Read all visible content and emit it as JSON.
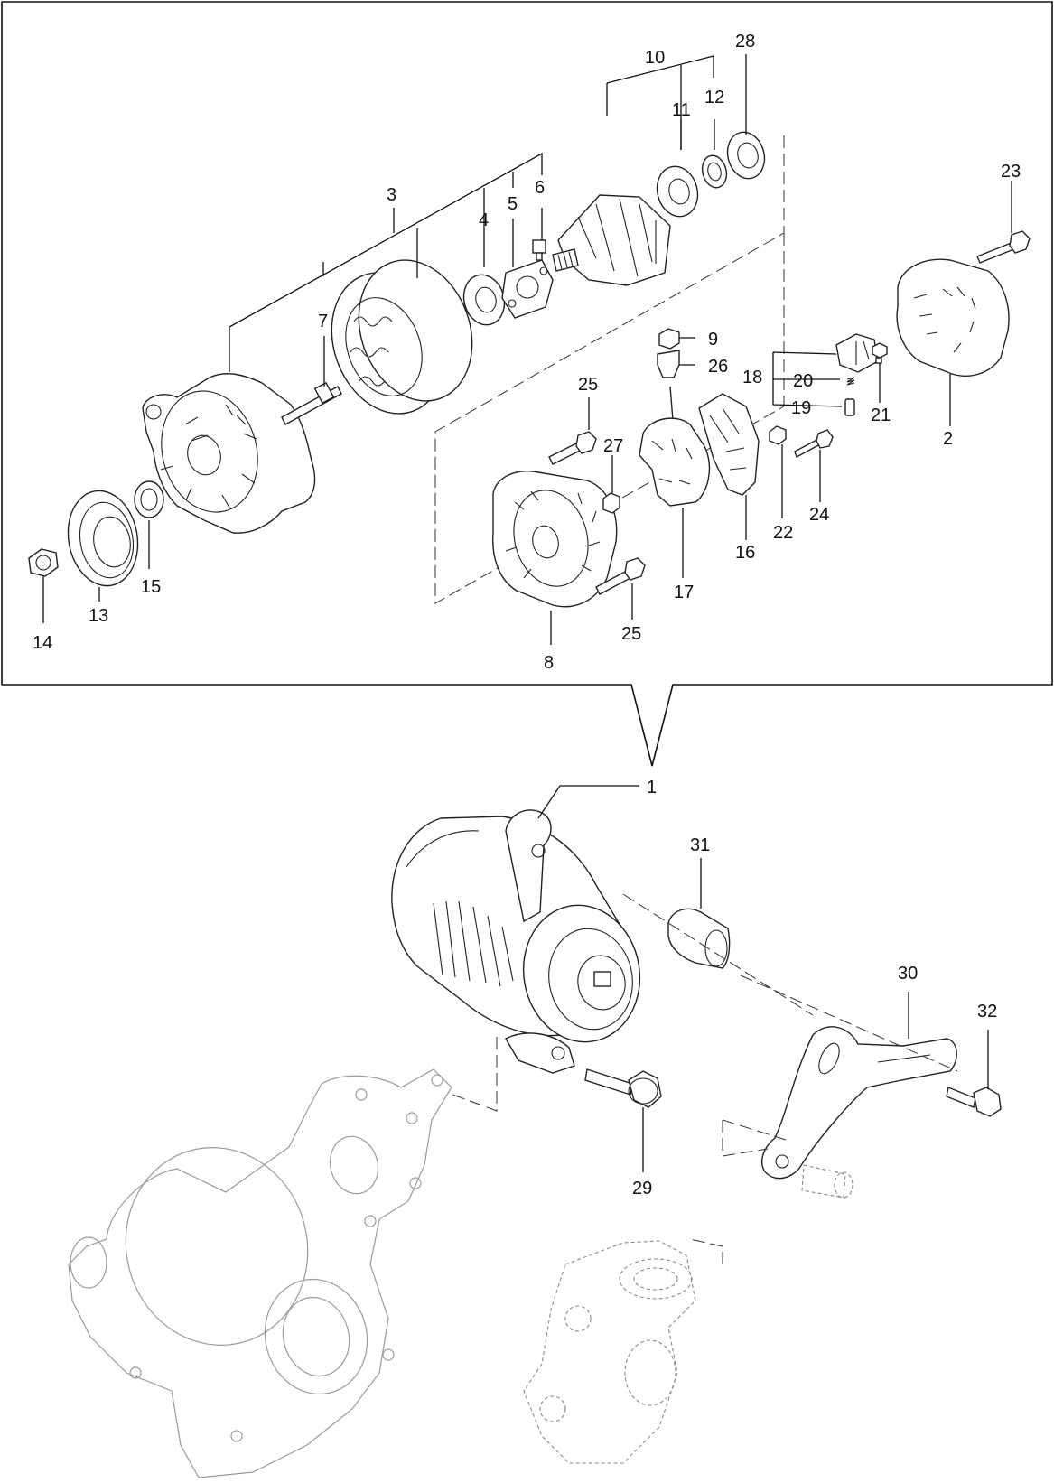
{
  "callouts": {
    "c1": "1",
    "c2": "2",
    "c3": "3",
    "c4": "4",
    "c5": "5",
    "c6": "6",
    "c7": "7",
    "c8": "8",
    "c9": "9",
    "c10": "10",
    "c11": "11",
    "c12": "12",
    "c13": "13",
    "c14": "14",
    "c15": "15",
    "c16": "16",
    "c17": "17",
    "c18": "18",
    "c19": "19",
    "c20": "20",
    "c21": "21",
    "c22": "22",
    "c23": "23",
    "c24": "24",
    "c25a": "25",
    "c25b": "25",
    "c26": "26",
    "c27": "27",
    "c28": "28",
    "c29": "29",
    "c30": "30",
    "c31": "31",
    "c32": "32"
  }
}
